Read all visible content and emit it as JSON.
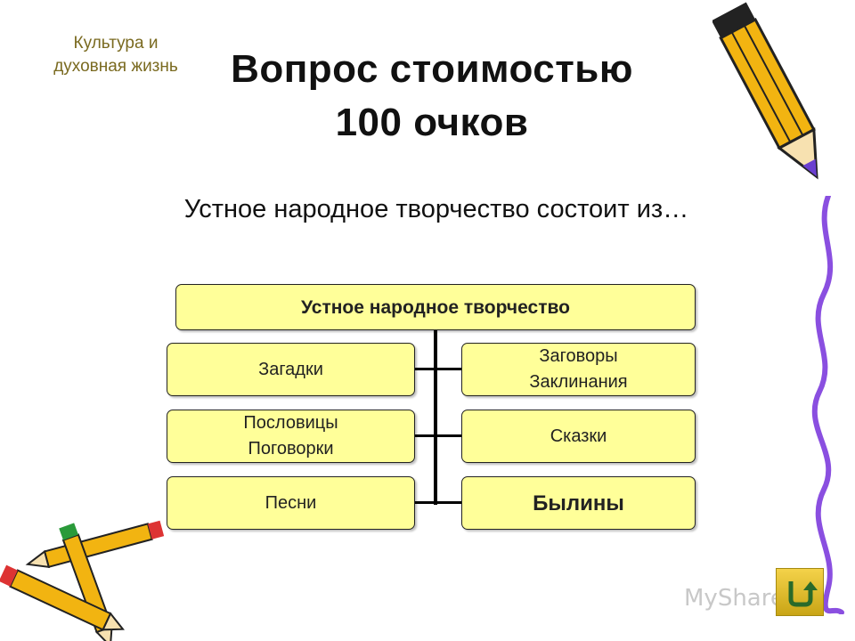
{
  "slide": {
    "topic": "Культура и\nдуховная жизнь",
    "title_line1": "Вопрос стоимостью",
    "title_line2": "100 очков",
    "question": "Устное народное творчество состоит из…"
  },
  "diagram": {
    "root": "Устное народное творчество",
    "left": [
      "Загадки",
      "Пословицы\nПоговорки",
      "Песни"
    ],
    "right": [
      "Заговоры\nЗаклинания",
      "Сказки",
      "Былины"
    ]
  },
  "watermark": {
    "text": "MyShared"
  },
  "colors": {
    "box_fill": "#ffff99",
    "topic_text": "#7a6a20",
    "squiggle": "#8a4fe0"
  },
  "icons": {
    "nav": "return-arrow-icon"
  }
}
